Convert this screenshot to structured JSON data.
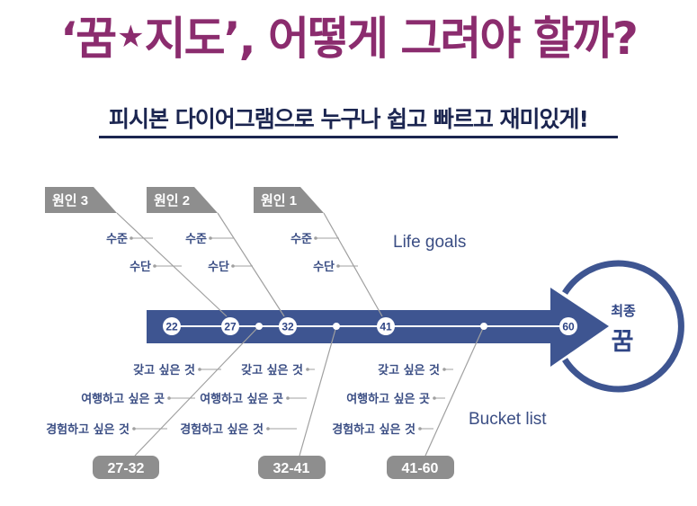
{
  "header": {
    "title_part1": "‘꿈",
    "title_star": "★",
    "title_part2": "지도’, 어떻게 그려야 할까?",
    "subtitle": "피시본 다이어그램으로 누구나 쉽고 빠르고 재미있게!"
  },
  "colors": {
    "title": "#8B2C6E",
    "subtitle": "#1B2550",
    "arrow": "#3E5591",
    "label": "#3B4E84",
    "tab": "#8E8E8E",
    "line": "#A0A0A0"
  },
  "diagram": {
    "top_branches": [
      {
        "tab": "원인 3",
        "items": [
          "수준",
          "수단"
        ]
      },
      {
        "tab": "원인 2",
        "items": [
          "수준",
          "수단"
        ]
      },
      {
        "tab": "원인 1",
        "items": [
          "수준",
          "수단"
        ]
      }
    ],
    "top_caption": "Life goals",
    "timeline_nodes": [
      "22",
      "27",
      "32",
      "41",
      "60"
    ],
    "bottom_branches": [
      {
        "pill": "27-32",
        "items": [
          "갖고 싶은 것",
          "여행하고 싶은 곳",
          "경험하고 싶은 것"
        ]
      },
      {
        "pill": "32-41",
        "items": [
          "갖고 싶은 것",
          "여행하고 싶은 곳",
          "경험하고 싶은 것"
        ]
      },
      {
        "pill": "41-60",
        "items": [
          "갖고 싶은 것",
          "여행하고 싶은 곳",
          "경험하고 싶은 것"
        ]
      }
    ],
    "bottom_caption": "Bucket list",
    "goal": {
      "top": "최종",
      "main": "꿈"
    }
  }
}
